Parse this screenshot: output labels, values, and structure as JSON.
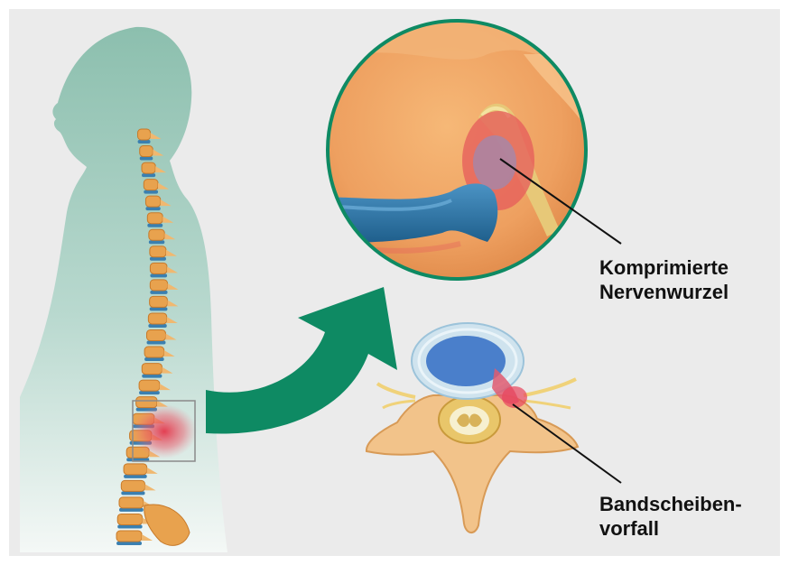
{
  "labels": {
    "nerve_root": {
      "line1": "Komprimierte",
      "line2": "Nervenwurzel"
    },
    "herniated_disc": {
      "line1": "Bandscheiben-",
      "line2": "vorfall"
    }
  },
  "colors": {
    "background": "#ebebeb",
    "silhouette": "#8fc0b0",
    "arrow": "#0e8a63",
    "spine_bone": "#e8a24e",
    "disc": "#3a7fb0",
    "inflammation": "#e0454e",
    "leader_line": "#111111"
  }
}
